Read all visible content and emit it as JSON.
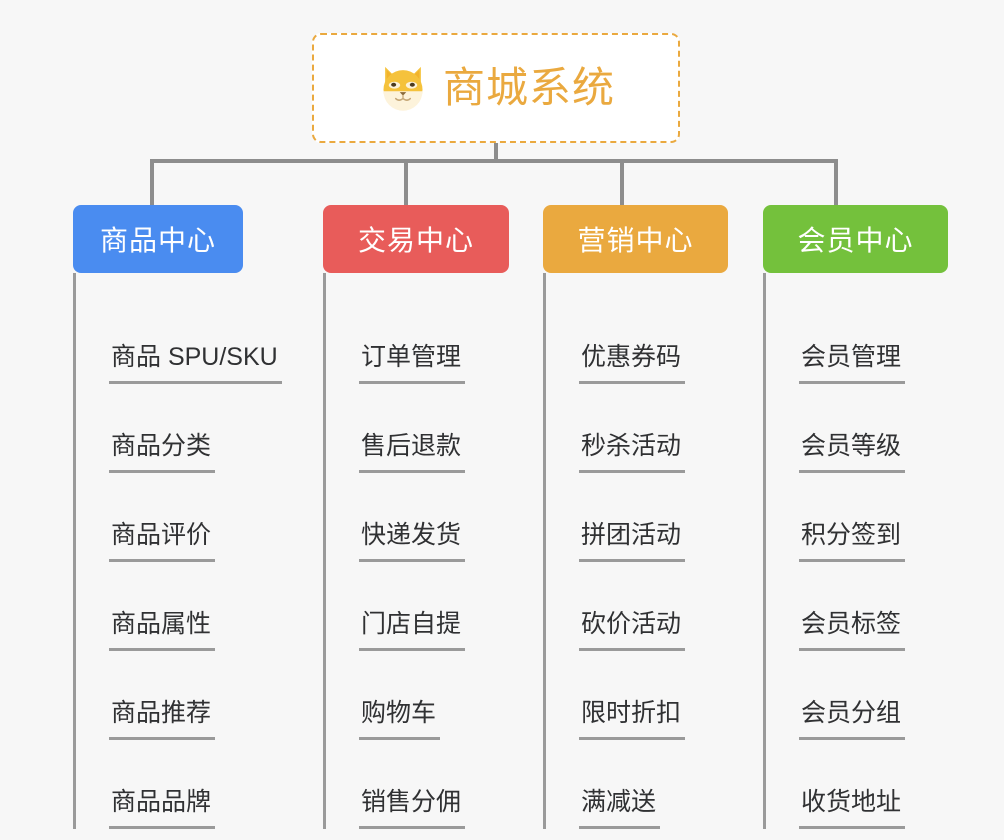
{
  "page": {
    "background_color": "#f7f7f7",
    "type": "mindmap-architecture-diagram"
  },
  "root": {
    "title": "商城系统",
    "icon": "shiba-dog-face-icon",
    "text_color": "#eaa93f",
    "border_color": "#eaa93f",
    "background_color": "#ffffff"
  },
  "connector_color": "#8d8d8d",
  "columns": [
    {
      "label": "商品中心",
      "color": "#4a8cf0",
      "items": [
        "商品 SPU/SKU",
        "商品分类",
        "商品评价",
        "商品属性",
        "商品推荐",
        "商品品牌"
      ]
    },
    {
      "label": "交易中心",
      "color": "#e85c5a",
      "items": [
        "订单管理",
        "售后退款",
        "快递发货",
        "门店自提",
        "购物车",
        "销售分佣"
      ]
    },
    {
      "label": "营销中心",
      "color": "#eaa93f",
      "items": [
        "优惠券码",
        "秒杀活动",
        "拼团活动",
        "砍价活动",
        "限时折扣",
        "满减送"
      ]
    },
    {
      "label": "会员中心",
      "color": "#74c13c",
      "items": [
        "会员管理",
        "会员等级",
        "积分签到",
        "会员标签",
        "会员分组",
        "收货地址"
      ]
    }
  ]
}
